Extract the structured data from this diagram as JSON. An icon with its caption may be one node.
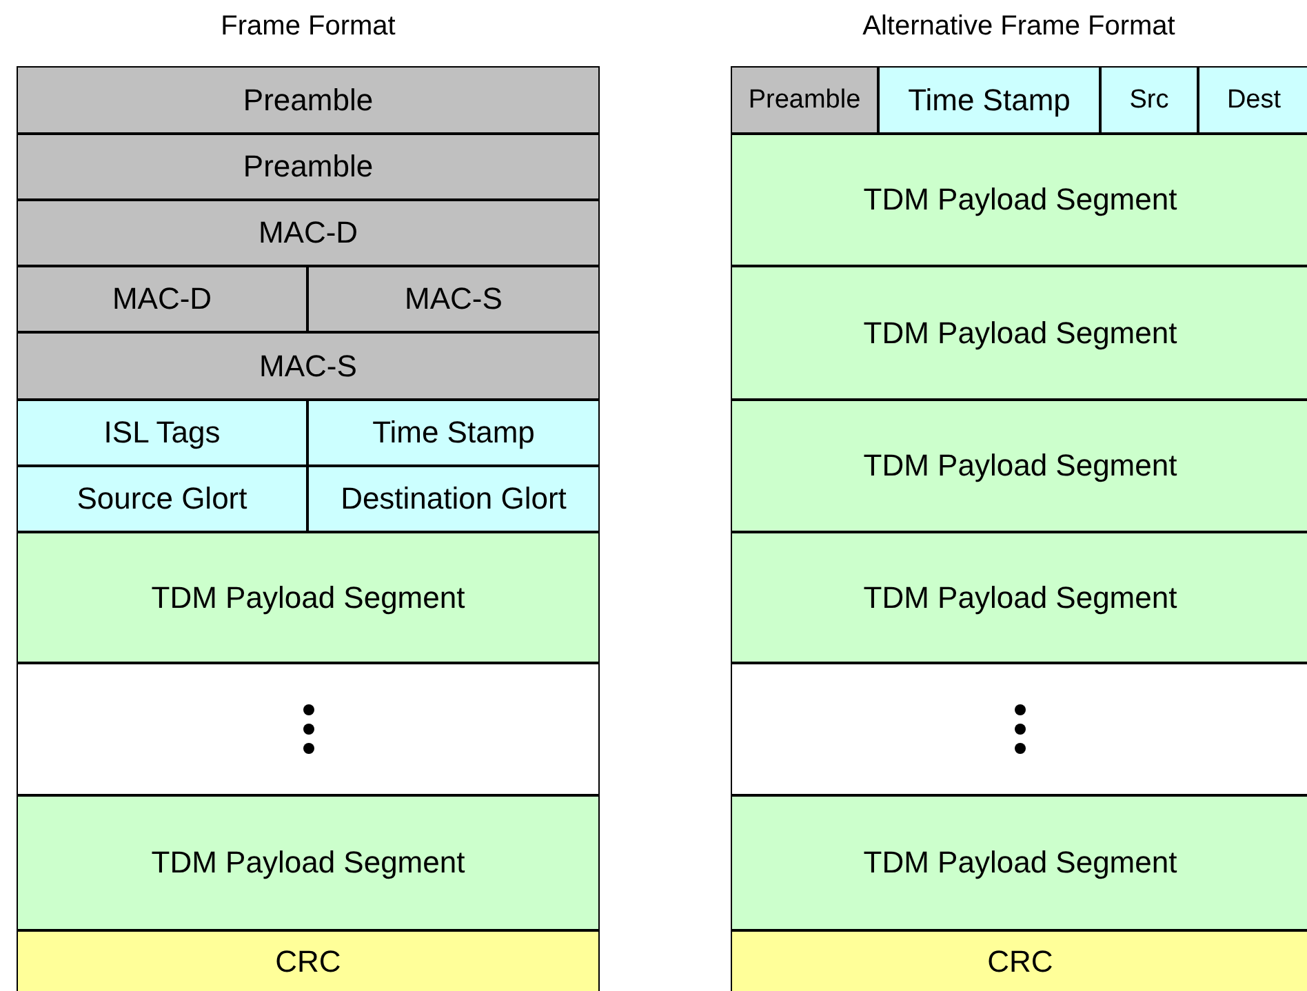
{
  "diagram": {
    "nodes": [
      {
        "text": [
          "Preamble"
        ]
      },
      {
        "text": [
          "Preamble"
        ]
      },
      {
        "text": [
          "MAC-D"
        ]
      },
      {
        "text": [
          "MAC-D"
        ]
      },
      {
        "text": [
          "MAC-S"
        ]
      },
      {
        "text": [
          "MAC-S"
        ]
      },
      {
        "text": [
          "ISL Tags"
        ]
      },
      {
        "text": [
          "Time Stamp"
        ]
      },
      {
        "text": [
          "Source Glort"
        ]
      },
      {
        "text": [
          "Destination Glort"
        ]
      },
      {
        "text": [
          "TDM Payload Segment"
        ]
      },
      {
        "text": [],
        "shape": "box"
      },
      {
        "text": [
          "TDM Payload Segment"
        ]
      },
      {
        "text": [
          "CRC"
        ]
      },
      {
        "text": [
          "Preamble"
        ]
      },
      {
        "text": [
          "Time Stamp"
        ]
      },
      {
        "text": [
          "Src"
        ]
      },
      {
        "text": [
          "Dest"
        ]
      },
      {
        "text": [
          "TDM Payload Segment"
        ]
      },
      {
        "text": [
          "TDM Payload Segment"
        ]
      },
      {
        "text": [
          "TDM Payload Segment"
        ]
      },
      {
        "text": [
          "TDM Payload Segment"
        ]
      },
      {
        "text": [],
        "shape": "box"
      },
      {
        "text": [
          "TDM Payload Segment"
        ]
      },
      {
        "text": [
          "CRC"
        ]
      }
    ],
    "edges": [],
    "labels": [
      "Frame Format",
      "Alternative Frame Format"
    ]
  }
}
